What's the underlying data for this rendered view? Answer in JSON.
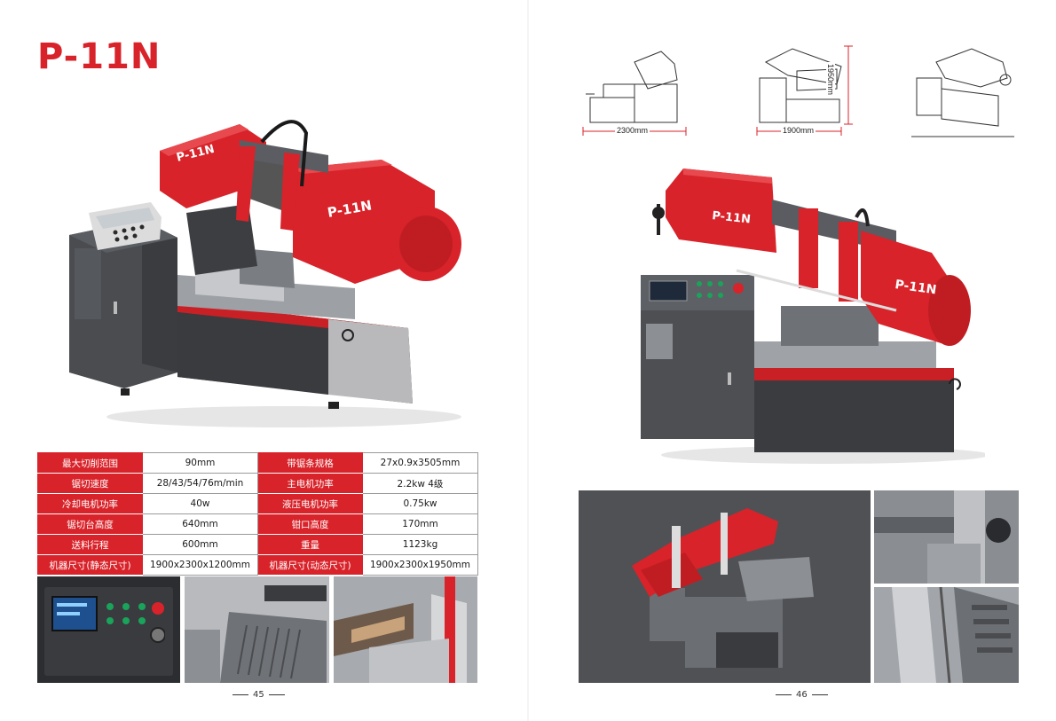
{
  "brand": {
    "model_title": "P-11N",
    "accent_color": "#d8232a"
  },
  "left_machine": {
    "label_a": "P-11N",
    "label_b": "P-11N"
  },
  "right_machine": {
    "label_a": "P-11N",
    "label_b": "P-11N"
  },
  "dimensions": [
    {
      "value": "2300mm"
    },
    {
      "value": "1900mm"
    },
    {
      "value": "1950mm"
    }
  ],
  "specs": [
    {
      "label1": "最大切削范围",
      "value1": "90mm",
      "label2": "带锯条规格",
      "value2": "27x0.9x3505mm"
    },
    {
      "label1": "锯切速度",
      "value1": "28/43/54/76m/min",
      "label2": "主电机功率",
      "value2": "2.2kw 4级"
    },
    {
      "label1": "冷却电机功率",
      "value1": "40w",
      "label2": "液压电机功率",
      "value2": "0.75kw"
    },
    {
      "label1": "锯切台高度",
      "value1": "640mm",
      "label2": "钳口高度",
      "value2": "170mm"
    },
    {
      "label1": "送料行程",
      "value1": "600mm",
      "label2": "重量",
      "value2": "1123kg"
    },
    {
      "label1": "机器尺寸(静态尺寸)",
      "value1": "1900x2300x1200mm",
      "label2": "机器尺寸(动态尺寸)",
      "value2": "1900x2300x1950mm"
    }
  ],
  "pages": {
    "left": "45",
    "right": "46"
  }
}
